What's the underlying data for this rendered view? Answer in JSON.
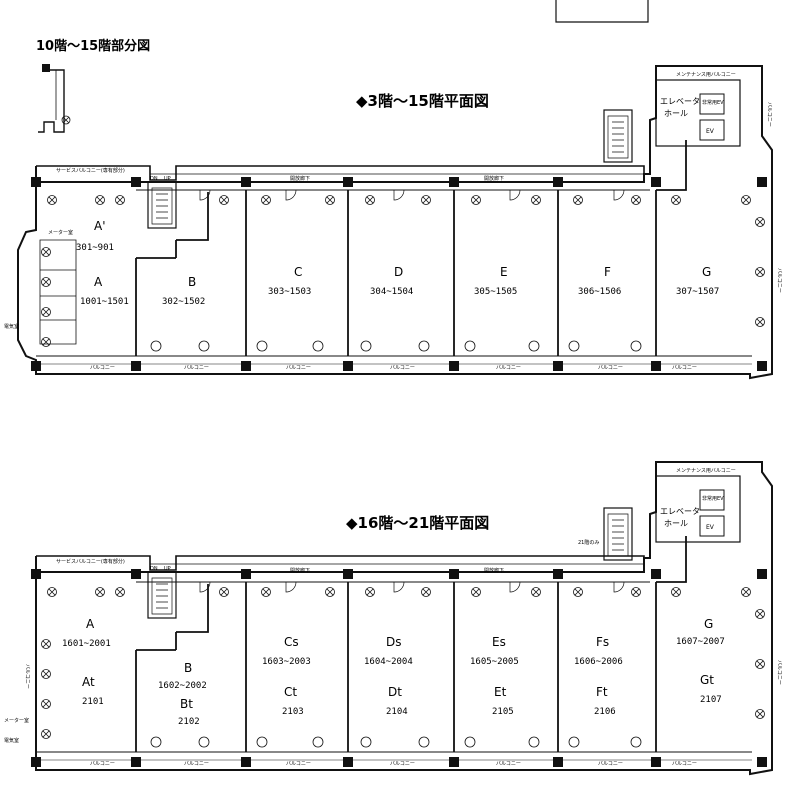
{
  "partial_title": "10階～15階部分図",
  "floor_upper": {
    "title": "◆3階～15階平面図",
    "service_balcony": "サービスバルコニー(専有部分)",
    "maintenance_balcony": "メンテナンス用バルコニー",
    "elevator_hall": [
      "エレベータ",
      "ホール"
    ],
    "ev_label": "EV",
    "ev_freight_label": "非常用EV",
    "corridor": "開放廊下",
    "balcony": "バルコニー",
    "side_balcony": "バルコニー",
    "stair_dn": "DN",
    "stair_up": "UP",
    "elec_room": "電気室",
    "meter_box": "メーター室",
    "rooms": [
      {
        "name": "A'",
        "range": "301~901"
      },
      {
        "name": "A",
        "range": "1001~1501"
      },
      {
        "name": "B",
        "range": "302~1502"
      },
      {
        "name": "C",
        "range": "303~1503"
      },
      {
        "name": "D",
        "range": "304~1504"
      },
      {
        "name": "E",
        "range": "305~1505"
      },
      {
        "name": "F",
        "range": "306~1506"
      },
      {
        "name": "G",
        "range": "307~1507"
      }
    ]
  },
  "floor_lower": {
    "title": "◆16階～21階平面図",
    "service_balcony": "サービスバルコニー(専有部分)",
    "maintenance_balcony": "メンテナンス用バルコニー",
    "elevator_hall": [
      "エレベータ",
      "ホール"
    ],
    "ev_label": "EV",
    "ev_freight_label": "非常用EV",
    "corridor": "開放廊下",
    "balcony": "バルコニー",
    "side_balcony": "バルコニー",
    "stair_dn": "DN",
    "stair_up": "UP",
    "elec_room": "電気室",
    "meter_box": "メーター室",
    "roof_note": "21階のみ",
    "rooms": [
      {
        "name": "A",
        "range": "1601~2001",
        "name2": "At",
        "range2": "2101"
      },
      {
        "name": "B",
        "range": "1602~2002",
        "name2": "Bt",
        "range2": "2102"
      },
      {
        "name": "Cs",
        "range": "1603~2003",
        "name2": "Ct",
        "range2": "2103"
      },
      {
        "name": "Ds",
        "range": "1604~2004",
        "name2": "Dt",
        "range2": "2104"
      },
      {
        "name": "Es",
        "range": "1605~2005",
        "name2": "Et",
        "range2": "2105"
      },
      {
        "name": "Fs",
        "range": "1606~2006",
        "name2": "Ft",
        "range2": "2106"
      },
      {
        "name": "G",
        "range": "1607~2007",
        "name2": "Gt",
        "range2": "2107"
      }
    ]
  }
}
